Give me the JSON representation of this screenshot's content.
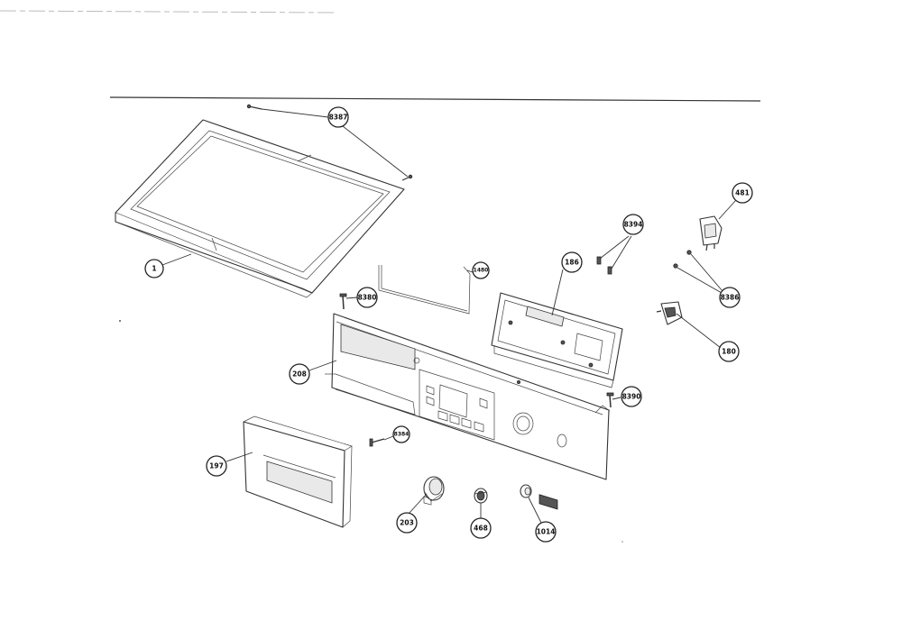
{
  "callouts": [
    {
      "id": "1",
      "label": "1"
    },
    {
      "id": "8387",
      "label": "8387"
    },
    {
      "id": "8394",
      "label": "8394"
    },
    {
      "id": "481",
      "label": "481"
    },
    {
      "id": "186",
      "label": "186"
    },
    {
      "id": "1480",
      "label": "1480"
    },
    {
      "id": "8380",
      "label": "8380"
    },
    {
      "id": "8386",
      "label": "8386"
    },
    {
      "id": "180",
      "label": "180"
    },
    {
      "id": "208",
      "label": "208"
    },
    {
      "id": "8390",
      "label": "8390"
    },
    {
      "id": "8384",
      "label": "8384"
    },
    {
      "id": "197",
      "label": "197"
    },
    {
      "id": "203",
      "label": "203"
    },
    {
      "id": "468",
      "label": "468"
    },
    {
      "id": "1014",
      "label": "1014"
    }
  ]
}
